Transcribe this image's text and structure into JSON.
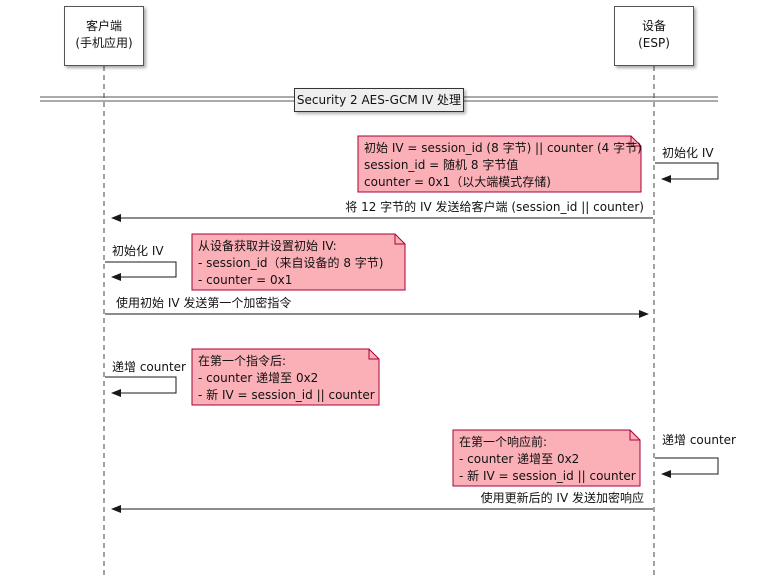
{
  "participants": {
    "client": {
      "line1": "客户端",
      "line2": "(手机应用)"
    },
    "device": {
      "line1": "设备",
      "line2": "(ESP)"
    }
  },
  "divider": {
    "label": "Security 2 AES-GCM IV 处理"
  },
  "notes": {
    "device_init": {
      "lines": [
        "初始 IV = session_id (8 字节) || counter (4 字节)",
        "session_id = 随机 8 字节值",
        "counter = 0x1（以大端模式存储)"
      ]
    },
    "client_init": {
      "lines": [
        "从设备获取并设置初始 IV:",
        "- session_id（来自设备的 8 字节)",
        "- counter = 0x1"
      ]
    },
    "client_after_cmd": {
      "lines": [
        "在第一个指令后:",
        "- counter 递增至 0x2",
        "- 新 IV = session_id || counter"
      ]
    },
    "device_before_resp": {
      "lines": [
        "在第一个响应前:",
        "- counter 递增至 0x2",
        "- 新 IV = session_id || counter"
      ]
    }
  },
  "messages": {
    "device_self_init": "初始化 IV",
    "send_iv_to_client": "将 12 字节的 IV 发送给客户端 (session_id || counter)",
    "client_self_init": "初始化 IV",
    "send_first_cmd": "使用初始 IV 发送第一个加密指令",
    "client_self_inc": "递增 counter",
    "device_self_inc": "递增 counter",
    "send_response": "使用更新后的 IV 发送加密响应"
  },
  "colors": {
    "note_fill": "#fbb0b8",
    "note_border": "#a80036",
    "divider_fill": "#eeeeee",
    "line": "#181818"
  }
}
